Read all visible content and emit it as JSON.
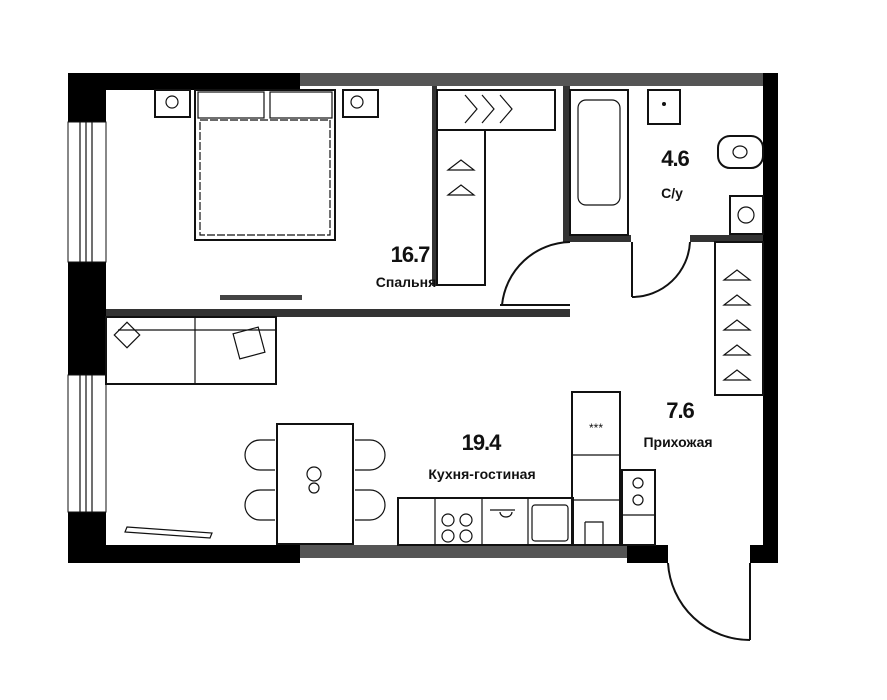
{
  "rooms": [
    {
      "id": "bedroom",
      "area": "16.7",
      "name": "Спальня"
    },
    {
      "id": "bathroom",
      "area": "4.6",
      "name": "С/у"
    },
    {
      "id": "hallway",
      "area": "7.6",
      "name": "Прихожая"
    },
    {
      "id": "kitchen-living",
      "area": "19.4",
      "name": "Кухня-гостиная"
    }
  ],
  "colors": {
    "wall": "#000000",
    "exterior_wall": "#555555",
    "line": "#111111"
  }
}
